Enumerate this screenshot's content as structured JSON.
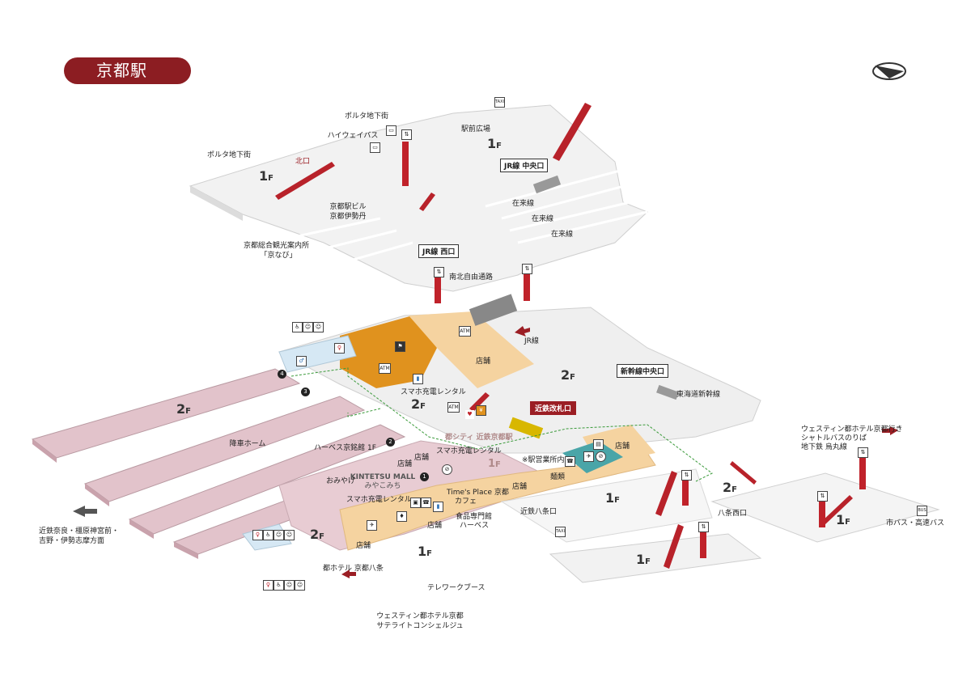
{
  "title": "京都駅",
  "compass_icon": "north-arrow-icon",
  "floor_labels": [
    {
      "text": "1",
      "sub": "F"
    },
    {
      "text": "1",
      "sub": "F"
    },
    {
      "text": "2",
      "sub": "F"
    },
    {
      "text": "2",
      "sub": "F"
    },
    {
      "text": "2",
      "sub": "F"
    },
    {
      "text": "2",
      "sub": "F"
    },
    {
      "text": "1",
      "sub": "F"
    },
    {
      "text": "1",
      "sub": "F"
    },
    {
      "text": "1",
      "sub": "F"
    },
    {
      "text": "1",
      "sub": "F"
    },
    {
      "text": "1",
      "sub": "F"
    },
    {
      "text": "2",
      "sub": "F"
    }
  ],
  "labels": {
    "porta_chika_top": "ポルタ地下街",
    "highway_bus": "ハイウェイバス",
    "porta_chika_left": "ポルタ地下街",
    "ekimae_hiroba": "駅前広場",
    "kitaguchi": "北口",
    "kyoto_eki_biru": "京都駅ビル",
    "kyoto_isetan": "京都伊勢丹",
    "kanko_annai": "京都総合観光案内所",
    "kyonavi": "「京なび」",
    "zairaisen_1": "在来線",
    "zairaisen_2": "在来線",
    "zairaisen_3": "在来線",
    "nanboku_tsuro": "南北自由通路",
    "jr_sen": "JR線",
    "tenpo_1": "店舗",
    "sumaho_rental_1": "スマホ充電レンタル",
    "tokaido_shinkansen": "東海道新幹線",
    "miyako_city": "都シティ 近鉄京都駅",
    "joko_home": "降車ホーム",
    "harves_meihin": "ハーベス京銘館 1F",
    "sumaho_rental_2": "スマホ充電レンタル",
    "tenpo_2": "店舗",
    "tenpo_3": "店舗",
    "kintetsu_mall": "KINTETSU MALL",
    "miyakomichi": "みやこみち",
    "omiyage": "おみやげ",
    "sumaho_rental_3": "スマホ充電レンタル",
    "times_place": "Time's Place 京都",
    "cafe": "カフェ",
    "tenpo_4": "店舗",
    "menrui": "麺類",
    "ekieigyo": "※駅営業所内",
    "tenpo_5": "店舗",
    "shokuhin": "食品専門館",
    "harves": "ハーベス",
    "tenpo_6": "店舗",
    "tenpo_7": "店舗",
    "kintetsu_hachijo": "近鉄八条口",
    "hachijo_nishi": "八条西口",
    "westin_1": "ウェスティン都ホテル京都行き",
    "shuttle_bus": "シャトルバスのりば",
    "karasuma": "地下鉄 烏丸線",
    "shibus": "市バス・高速バス",
    "kintetsu_dest_1": "近鉄奈良・橿原神宮前・",
    "kintetsu_dest_2": "吉野・伊勢志摩方面",
    "miyako_hotel": "都ホテル 京都八条",
    "telework": "テレワークブース",
    "westin_2": "ウェスティン都ホテル京都",
    "satellite": "サテライトコンシェルジュ",
    "atm_1": "ATM",
    "atm_2": "ATM",
    "atm_3": "ATM",
    "taxi_1": "TAXI",
    "taxi_2": "TAXI",
    "bus": "BUS",
    "yen": "¥"
  },
  "boxed_labels": {
    "jr_chuo": "JR線 中央口",
    "jr_nishi": "JR線 西口",
    "shinkansen_chuo": "新幹線中央口",
    "kintetsu_kaisatsu": "近鉄改札口"
  },
  "route_numbers": [
    "1",
    "2",
    "3",
    "4"
  ],
  "colors": {
    "title_bg": "#8c1d22",
    "platform_pink": "#e2c3cb",
    "shop_orange": "#e0921e",
    "shop_light": "#f5d3a0",
    "floor_grey": "#f2f2f2",
    "restroom_blue": "#d6e8f4",
    "escalator_red": "#b8222a",
    "info_teal": "#4aa5a8"
  }
}
